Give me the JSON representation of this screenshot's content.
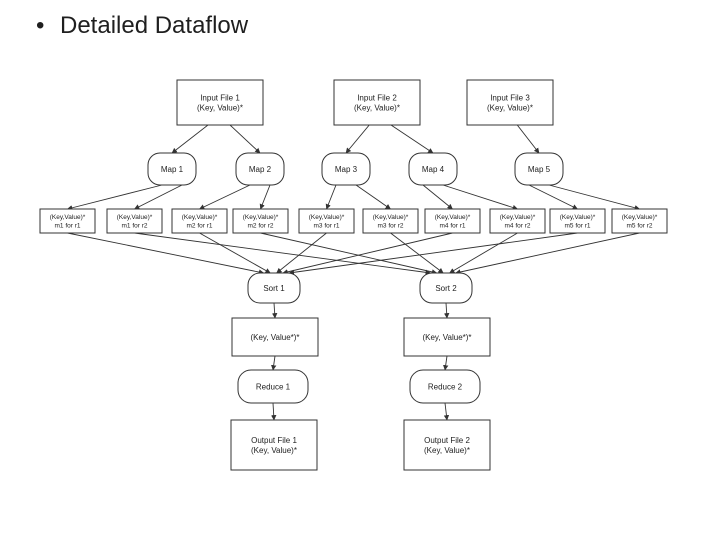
{
  "slide": {
    "bullet": "•",
    "title": "Detailed Dataflow"
  },
  "diagram": {
    "inputs": [
      {
        "line1": "Input File 1",
        "line2": "(Key, Value)*"
      },
      {
        "line1": "Input File 2",
        "line2": "(Key, Value)*"
      },
      {
        "line1": "Input File 3",
        "line2": "(Key, Value)*"
      }
    ],
    "maps": [
      "Map 1",
      "Map 2",
      "Map 3",
      "Map 4",
      "Map 5"
    ],
    "partitions": [
      {
        "line1": "(Key,Value)*",
        "line2": "m1 for r1"
      },
      {
        "line1": "(Key,Value)*",
        "line2": "m1 for r2"
      },
      {
        "line1": "(Key,Value)*",
        "line2": "m2 for r1"
      },
      {
        "line1": "(Key,Value)*",
        "line2": "m2 for r2"
      },
      {
        "line1": "(Key,Value)*",
        "line2": "m3 for r1"
      },
      {
        "line1": "(Key,Value)*",
        "line2": "m3 for r2"
      },
      {
        "line1": "(Key,Value)*",
        "line2": "m4 for r1"
      },
      {
        "line1": "(Key,Value)*",
        "line2": "m4 for r2"
      },
      {
        "line1": "(Key,Value)*",
        "line2": "m5 for r1"
      },
      {
        "line1": "(Key,Value)*",
        "line2": "m5 for r2"
      }
    ],
    "sorts": [
      "Sort 1",
      "Sort 2"
    ],
    "groups": [
      "(Key, Value*)*",
      "(Key, Value*)*"
    ],
    "reduces": [
      "Reduce 1",
      "Reduce 2"
    ],
    "outputs": [
      {
        "line1": "Output File 1",
        "line2": "(Key, Value)*"
      },
      {
        "line1": "Output File 2",
        "line2": "(Key, Value)*"
      }
    ]
  }
}
